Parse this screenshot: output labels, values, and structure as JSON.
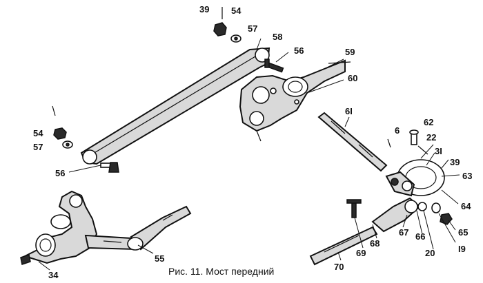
{
  "figure": {
    "caption": "Рис. 11. Мост передний"
  },
  "callouts": [
    "39",
    "54",
    "57",
    "58",
    "56",
    "59",
    "60",
    "54",
    "57",
    "56",
    "6I",
    "6",
    "62",
    "22",
    "3I",
    "39",
    "63",
    "64",
    "65",
    "I9",
    "20",
    "66",
    "67",
    "68",
    "69",
    "70",
    "34",
    "55"
  ]
}
